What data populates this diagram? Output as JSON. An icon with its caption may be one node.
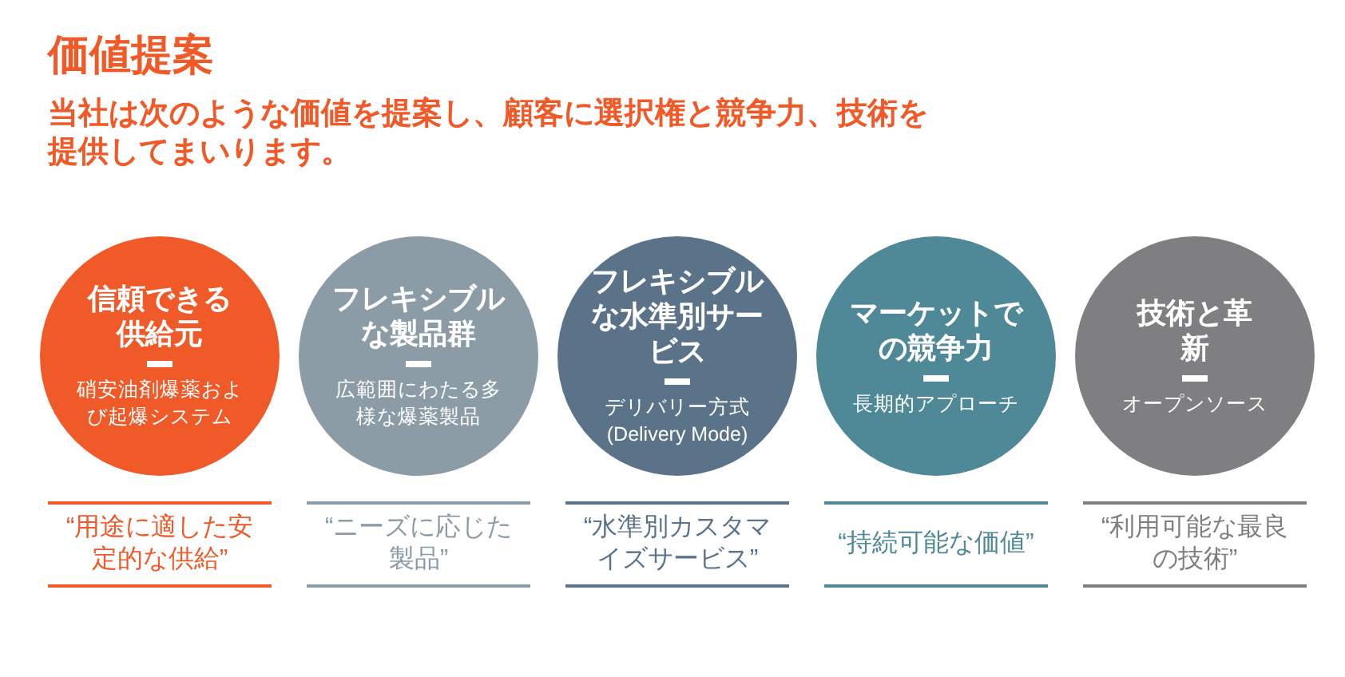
{
  "diagram": {
    "title": "価値提案",
    "caption": "当社は次のような価値を提案し、顧客に選択権と競争力、技術を提供してまいります。",
    "nodes": [
      {
        "text": [
          "信頼できる供給元",
          "硝安油剤爆薬および起爆システム"
        ],
        "beside": [
          "“用途に適した安定的な供給”"
        ]
      },
      {
        "text": [
          "フレキシブルな製品群",
          "広範囲にわたる多様な爆薬製品"
        ],
        "beside": [
          "“ニーズに応じた製品”"
        ]
      },
      {
        "text": [
          "フレキシブルな水準別サービス",
          "デリバリー方式 (Delivery Mode)"
        ],
        "beside": [
          "“水準別カスタマイズサービス”"
        ]
      },
      {
        "text": [
          "マーケットでの競争力",
          "長期的アプローチ"
        ],
        "beside": [
          "“持続可能な価値”"
        ]
      },
      {
        "text": [
          "技術と革新",
          "オープンソース"
        ],
        "beside": [
          "“利用可能な最良の技術”"
        ]
      }
    ]
  }
}
